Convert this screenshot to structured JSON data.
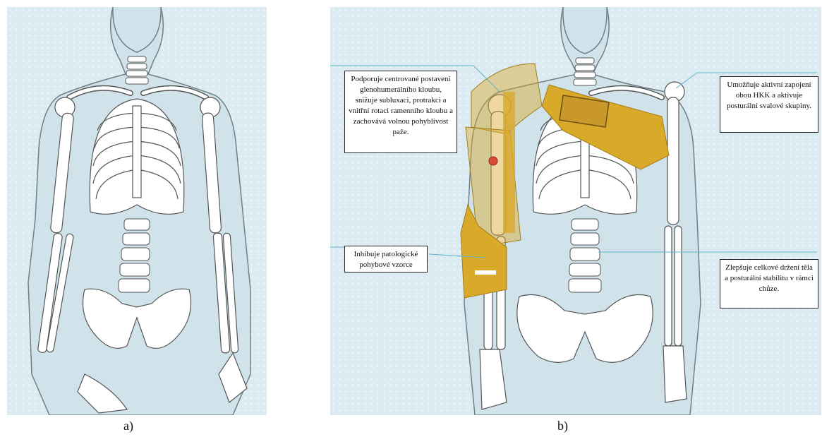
{
  "panel_a": {
    "caption": "a)"
  },
  "panel_b": {
    "caption": "b)",
    "callouts": {
      "shoulder": "Podporuje centrované postavení glenohumerálního kloubu, snižuje subluxaci, protrakci a vnitřní rotaci ramenního kloubu a zachovává volnou pohyblivost paže.",
      "arm": "Inhibuje patologické pohybové vzorce",
      "right_shoulder": "Umožňuje aktivní zapojení obou HKK a aktivuje posturální svalové skupiny.",
      "spine": "Zlepšuje celkové držení těla a posturální stabilitu v rámci chůze."
    }
  },
  "colors": {
    "background": "#dcebf1",
    "body_outline": "#6f7f86",
    "bone": "#ffffff",
    "orthosis": "#d9a92a",
    "leader_line": "#5fb3c9",
    "marker": "#d94a3a"
  }
}
